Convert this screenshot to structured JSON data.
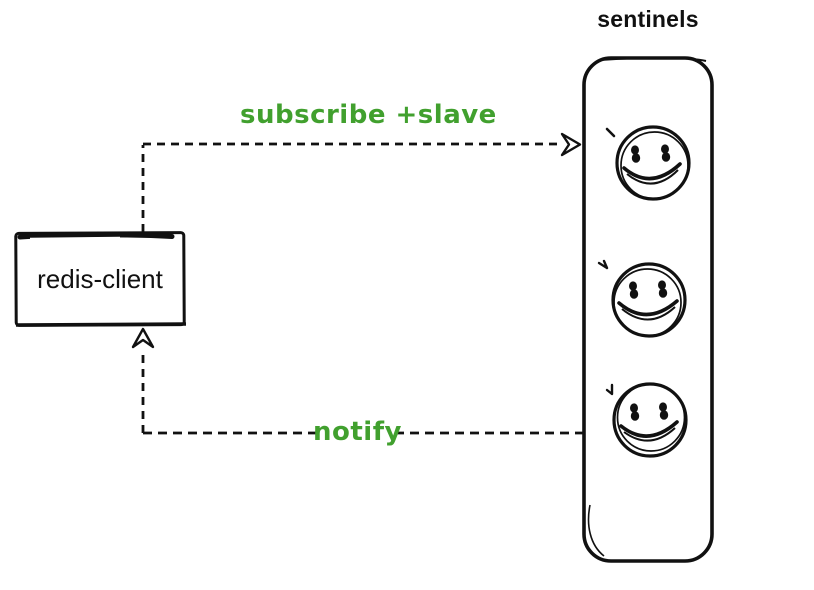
{
  "diagram": {
    "title": "sentinels",
    "client": {
      "label": "redis-client"
    },
    "arrows": {
      "subscribe": {
        "label": "subscribe +slave",
        "from": "redis-client",
        "to": "sentinels",
        "style": "dashed"
      },
      "notify": {
        "label": "notify",
        "from": "sentinels",
        "to": "redis-client",
        "style": "dashed"
      }
    },
    "sentinel_count": 3,
    "colors": {
      "ink": "#111111",
      "green-label": "#41a02e",
      "bg": "#ffffff"
    }
  }
}
